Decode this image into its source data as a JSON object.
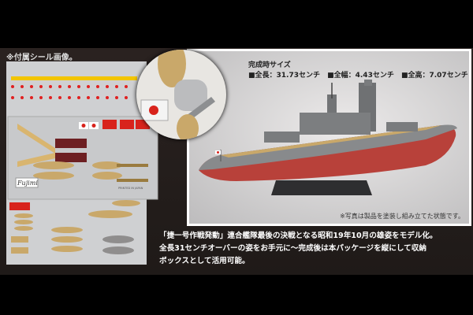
{
  "decal_section": {
    "title": "※付属シール画像。",
    "brand_logo": "Fujimi",
    "printed_note": "PRINTED IN JAPAN"
  },
  "photo_panel": {
    "size_title": "完成時サイズ",
    "dimensions": [
      {
        "label": "■全長：31.73センチ"
      },
      {
        "label": "■全幅：4.43センチ"
      },
      {
        "label": "■全高：7.07センチ"
      }
    ],
    "note": "※写真は製品を塗装し組み立てた状態です。"
  },
  "caption": {
    "lines": [
      "「捷一号作戦発動」連合艦隊最後の決戦となる昭和19年10月の雄姿をモデル化。",
      "全長31センチオーバーの姿をお手元に～完成後は本パッケージを縦にして収納",
      "ボックスとして活用可能。"
    ]
  },
  "colors": {
    "hull_red": "#b8413a",
    "deck_gray": "#8a8c8e",
    "wood": "#c9a86a",
    "flag_red": "#d8231c"
  }
}
